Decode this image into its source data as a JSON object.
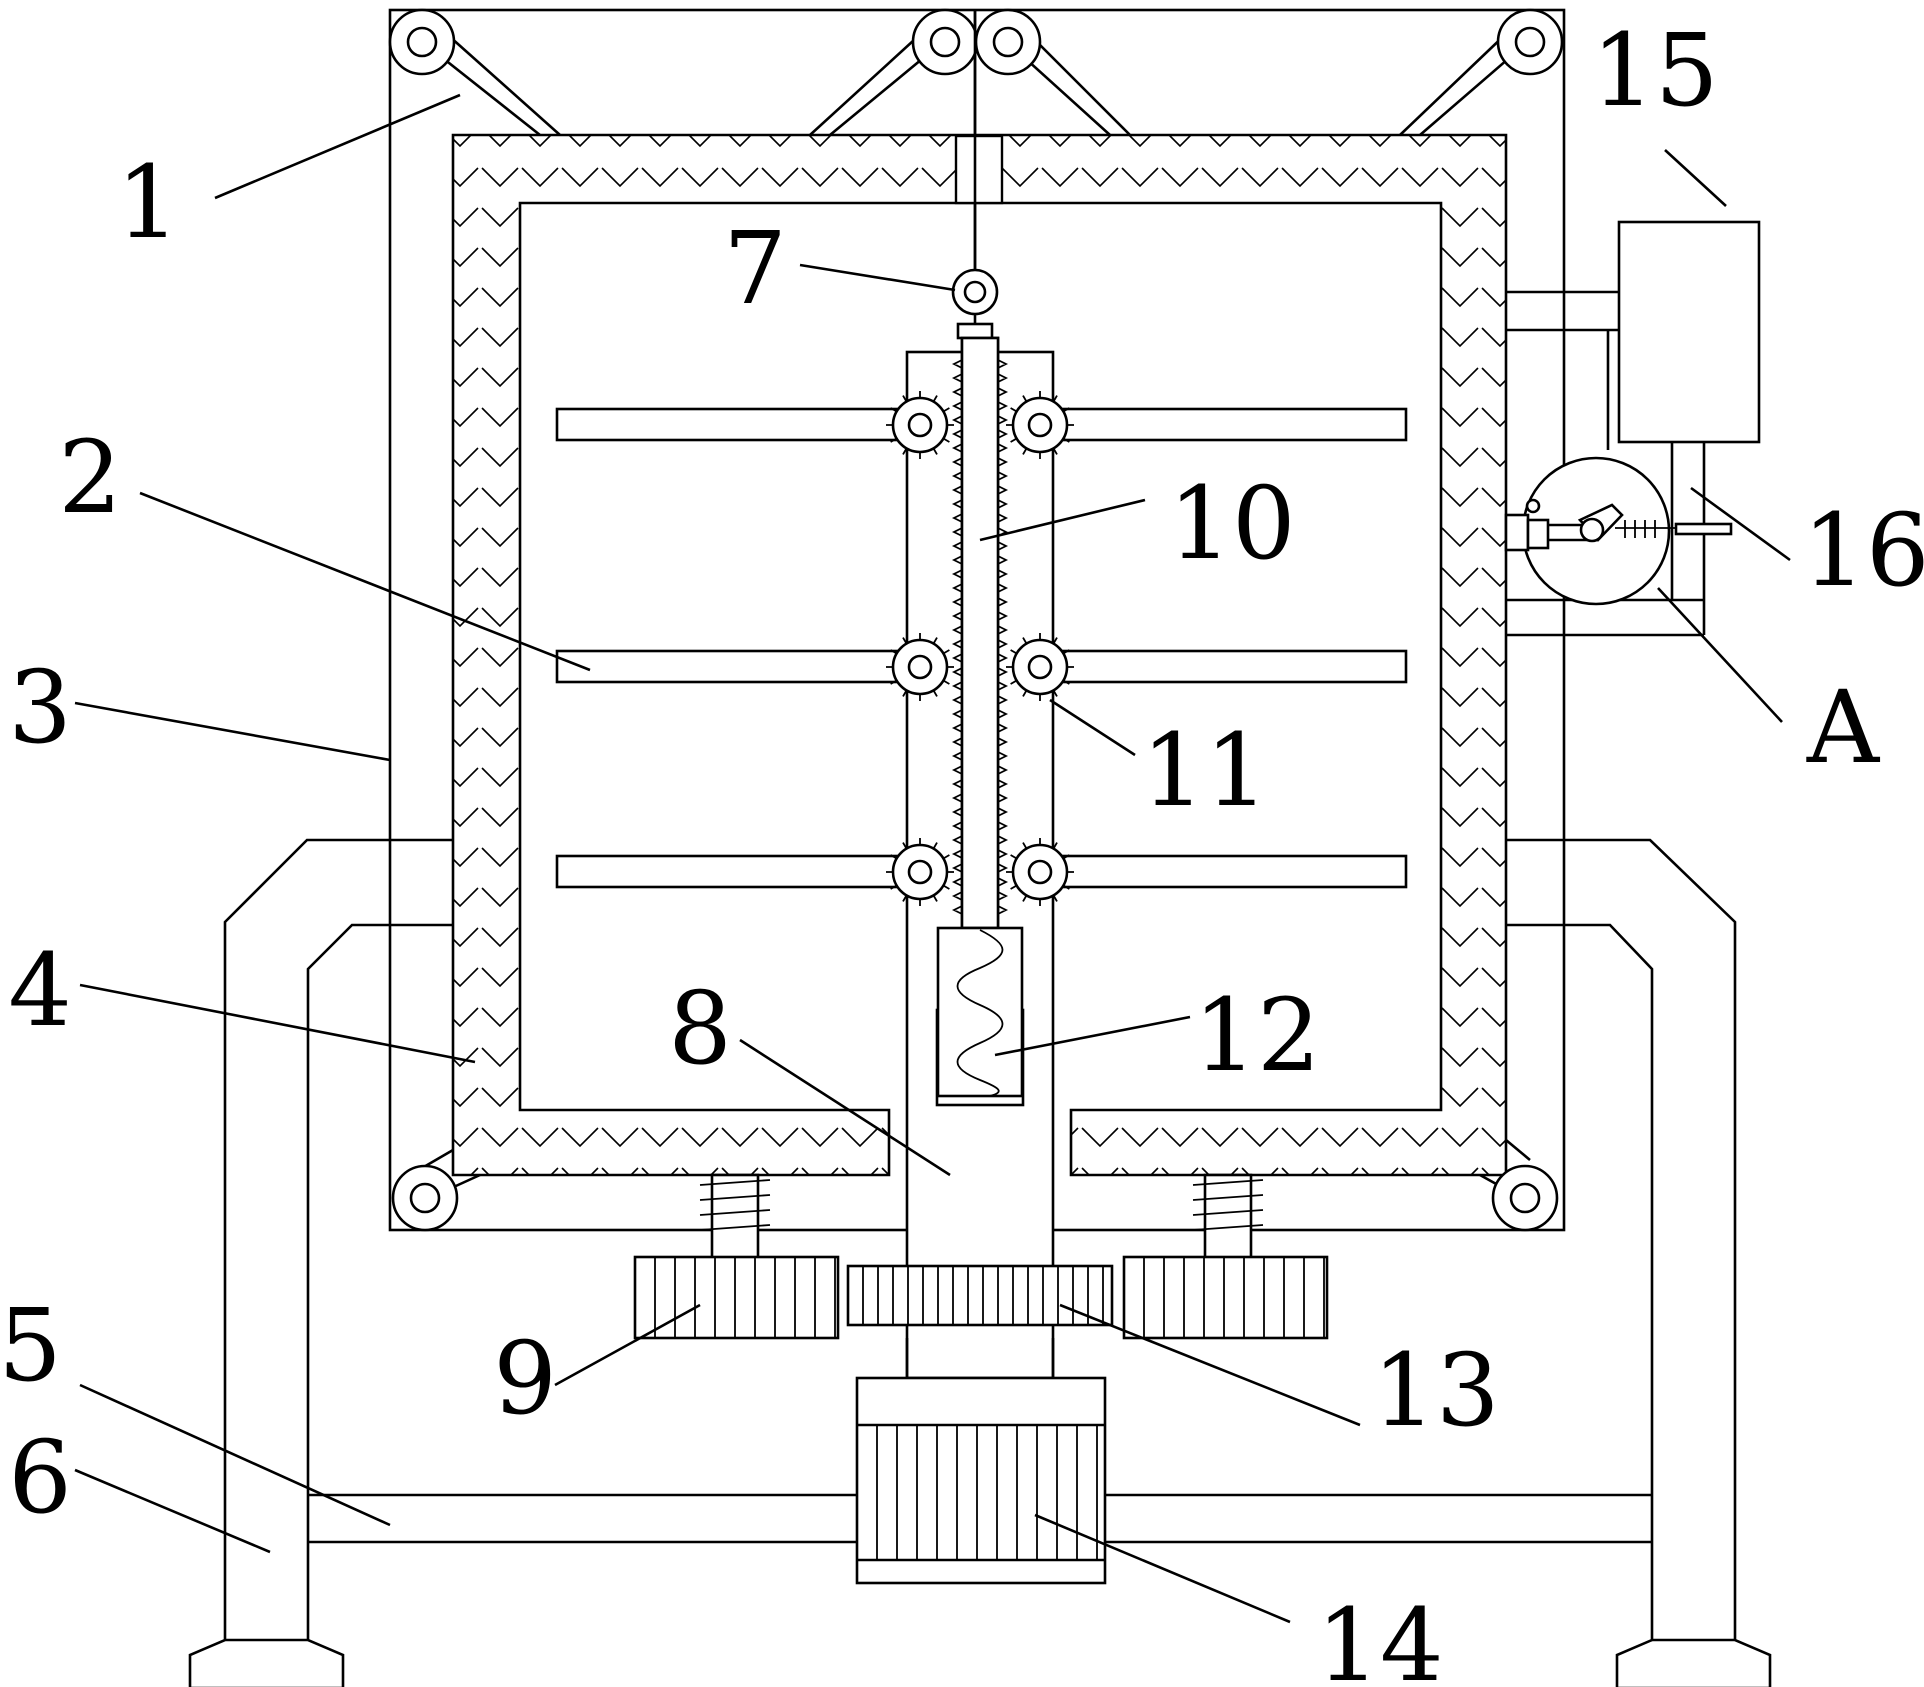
{
  "callouts": [
    {
      "id": "1",
      "label": "1"
    },
    {
      "id": "2",
      "label": "2"
    },
    {
      "id": "3",
      "label": "3"
    },
    {
      "id": "4",
      "label": "4"
    },
    {
      "id": "5",
      "label": "5"
    },
    {
      "id": "6",
      "label": "6"
    },
    {
      "id": "7",
      "label": "7"
    },
    {
      "id": "8",
      "label": "8"
    },
    {
      "id": "9",
      "label": "9"
    },
    {
      "id": "10",
      "label": "10"
    },
    {
      "id": "11",
      "label": "11"
    },
    {
      "id": "12",
      "label": "12"
    },
    {
      "id": "13",
      "label": "13"
    },
    {
      "id": "14",
      "label": "14"
    },
    {
      "id": "15",
      "label": "15"
    },
    {
      "id": "16",
      "label": "16"
    },
    {
      "id": "A",
      "label": "A"
    }
  ]
}
